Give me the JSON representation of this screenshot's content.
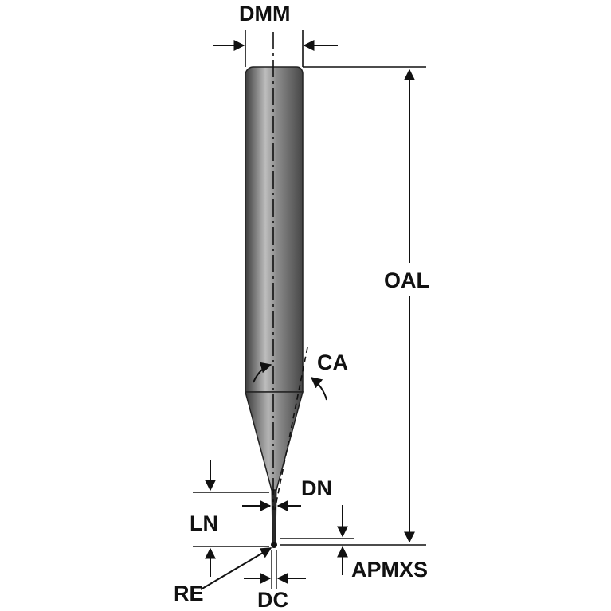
{
  "labels": {
    "dmm": "DMM",
    "oal": "OAL",
    "ca": "CA",
    "dn": "DN",
    "ln": "LN",
    "re": "RE",
    "dc": "DC",
    "apmxs": "APMXS"
  },
  "colors": {
    "line": "#111111",
    "shank_dark": "#4a4a4a",
    "shank_light": "#b9b9b9"
  }
}
